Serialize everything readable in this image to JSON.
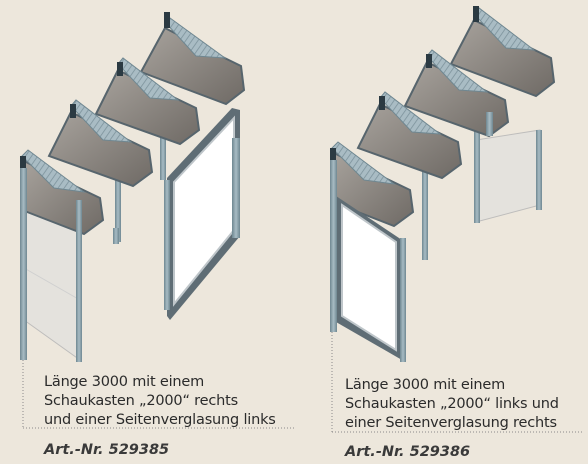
{
  "products": [
    {
      "caption_lines": [
        "Länge 3000 mit einem",
        "Schaukasten „2000“ rechts",
        "und einer Seitenverglasung links"
      ],
      "article_number": "Art.-Nr. 529385"
    },
    {
      "caption_lines": [
        "Länge 3000 mit einem",
        "Schaukasten „2000“ links und",
        "einer Seitenverglasung rechts"
      ],
      "article_number": "Art.-Nr. 529386"
    }
  ],
  "colors": {
    "background": "#ede7dc",
    "post": "#8fa4ad",
    "roof_glass": "#8a8580",
    "frame": "#5a6870",
    "side_glass": "#dcdcdc"
  }
}
